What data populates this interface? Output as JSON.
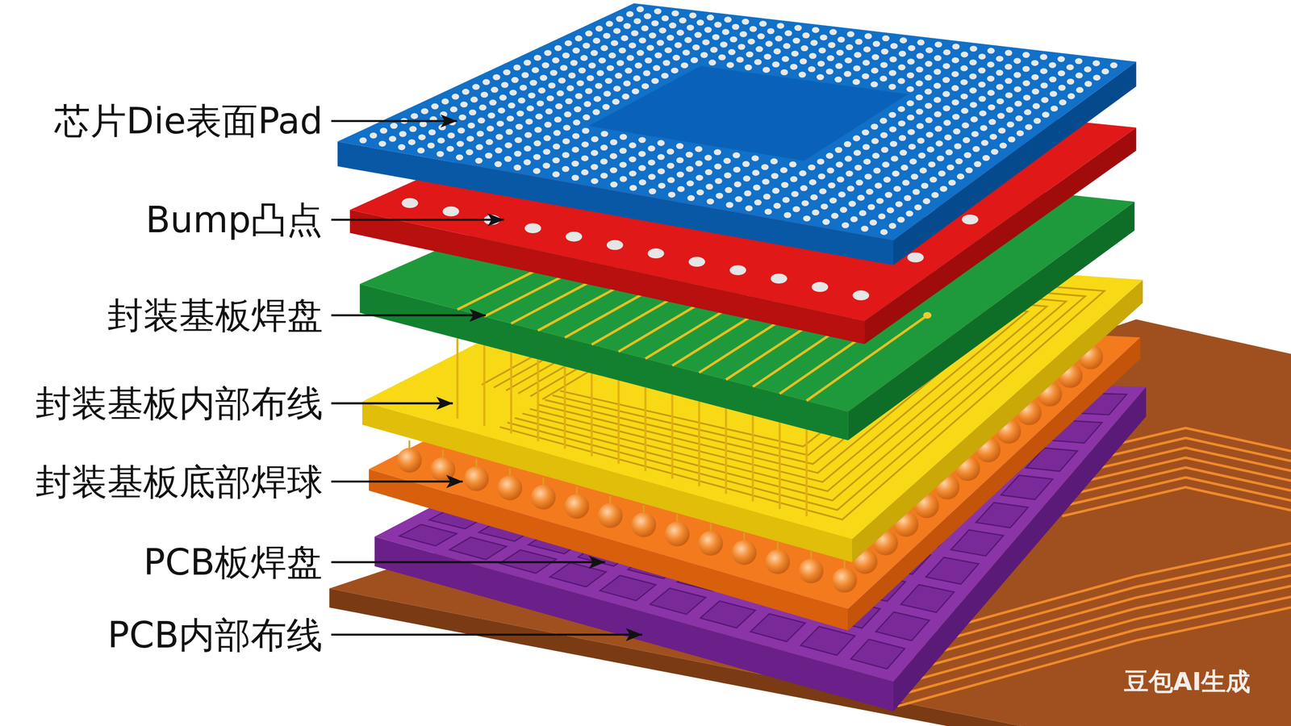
{
  "diagram": {
    "labels": [
      "芯片Die表面Pad",
      "Bump凸点",
      "封装基板焊盘",
      "封装基板内部布线",
      "封装基板底部焊球",
      "PCB板焊盘",
      "PCB内部布线",
      "豆包AI生成"
    ]
  }
}
